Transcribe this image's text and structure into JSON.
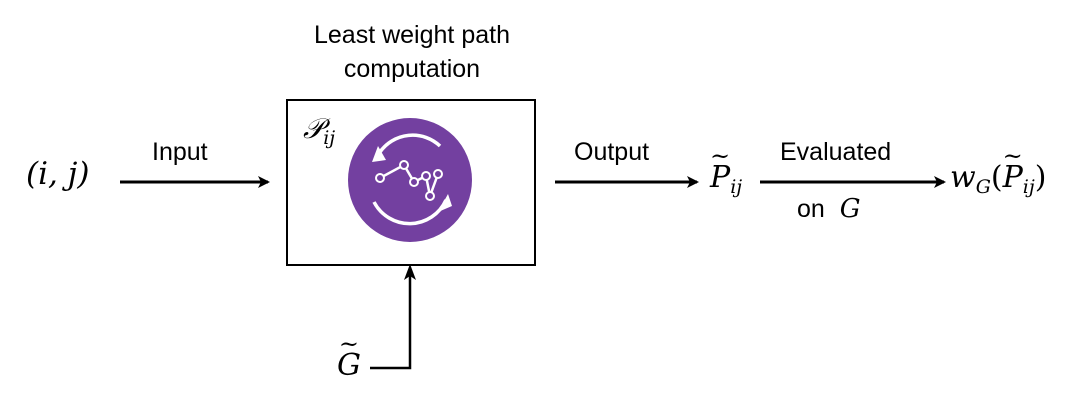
{
  "diagram": {
    "title_line1": "Least weight path",
    "title_line2": "computation",
    "input_node": "(i, j)",
    "input_edge_label": "Input",
    "box_symbol": "𝒫",
    "box_symbol_sub": "ij",
    "output_edge_label": "Output",
    "output_symbol": "P",
    "output_symbol_sub": "ij",
    "evaluated_label": "Evaluated",
    "on_label": "on",
    "on_symbol": "G",
    "result_prefix": "w",
    "result_prefix_sub": "G",
    "result_open": "(",
    "result_symbol": "P",
    "result_symbol_sub": "ij",
    "result_close": ")",
    "graph_input_symbol": "G",
    "tilde_glyph": "~"
  },
  "colors": {
    "icon_purple": "#7340a0",
    "icon_white": "#ffffff",
    "line": "#000000"
  },
  "icons": {
    "box_icon": "refresh-path-icon"
  }
}
